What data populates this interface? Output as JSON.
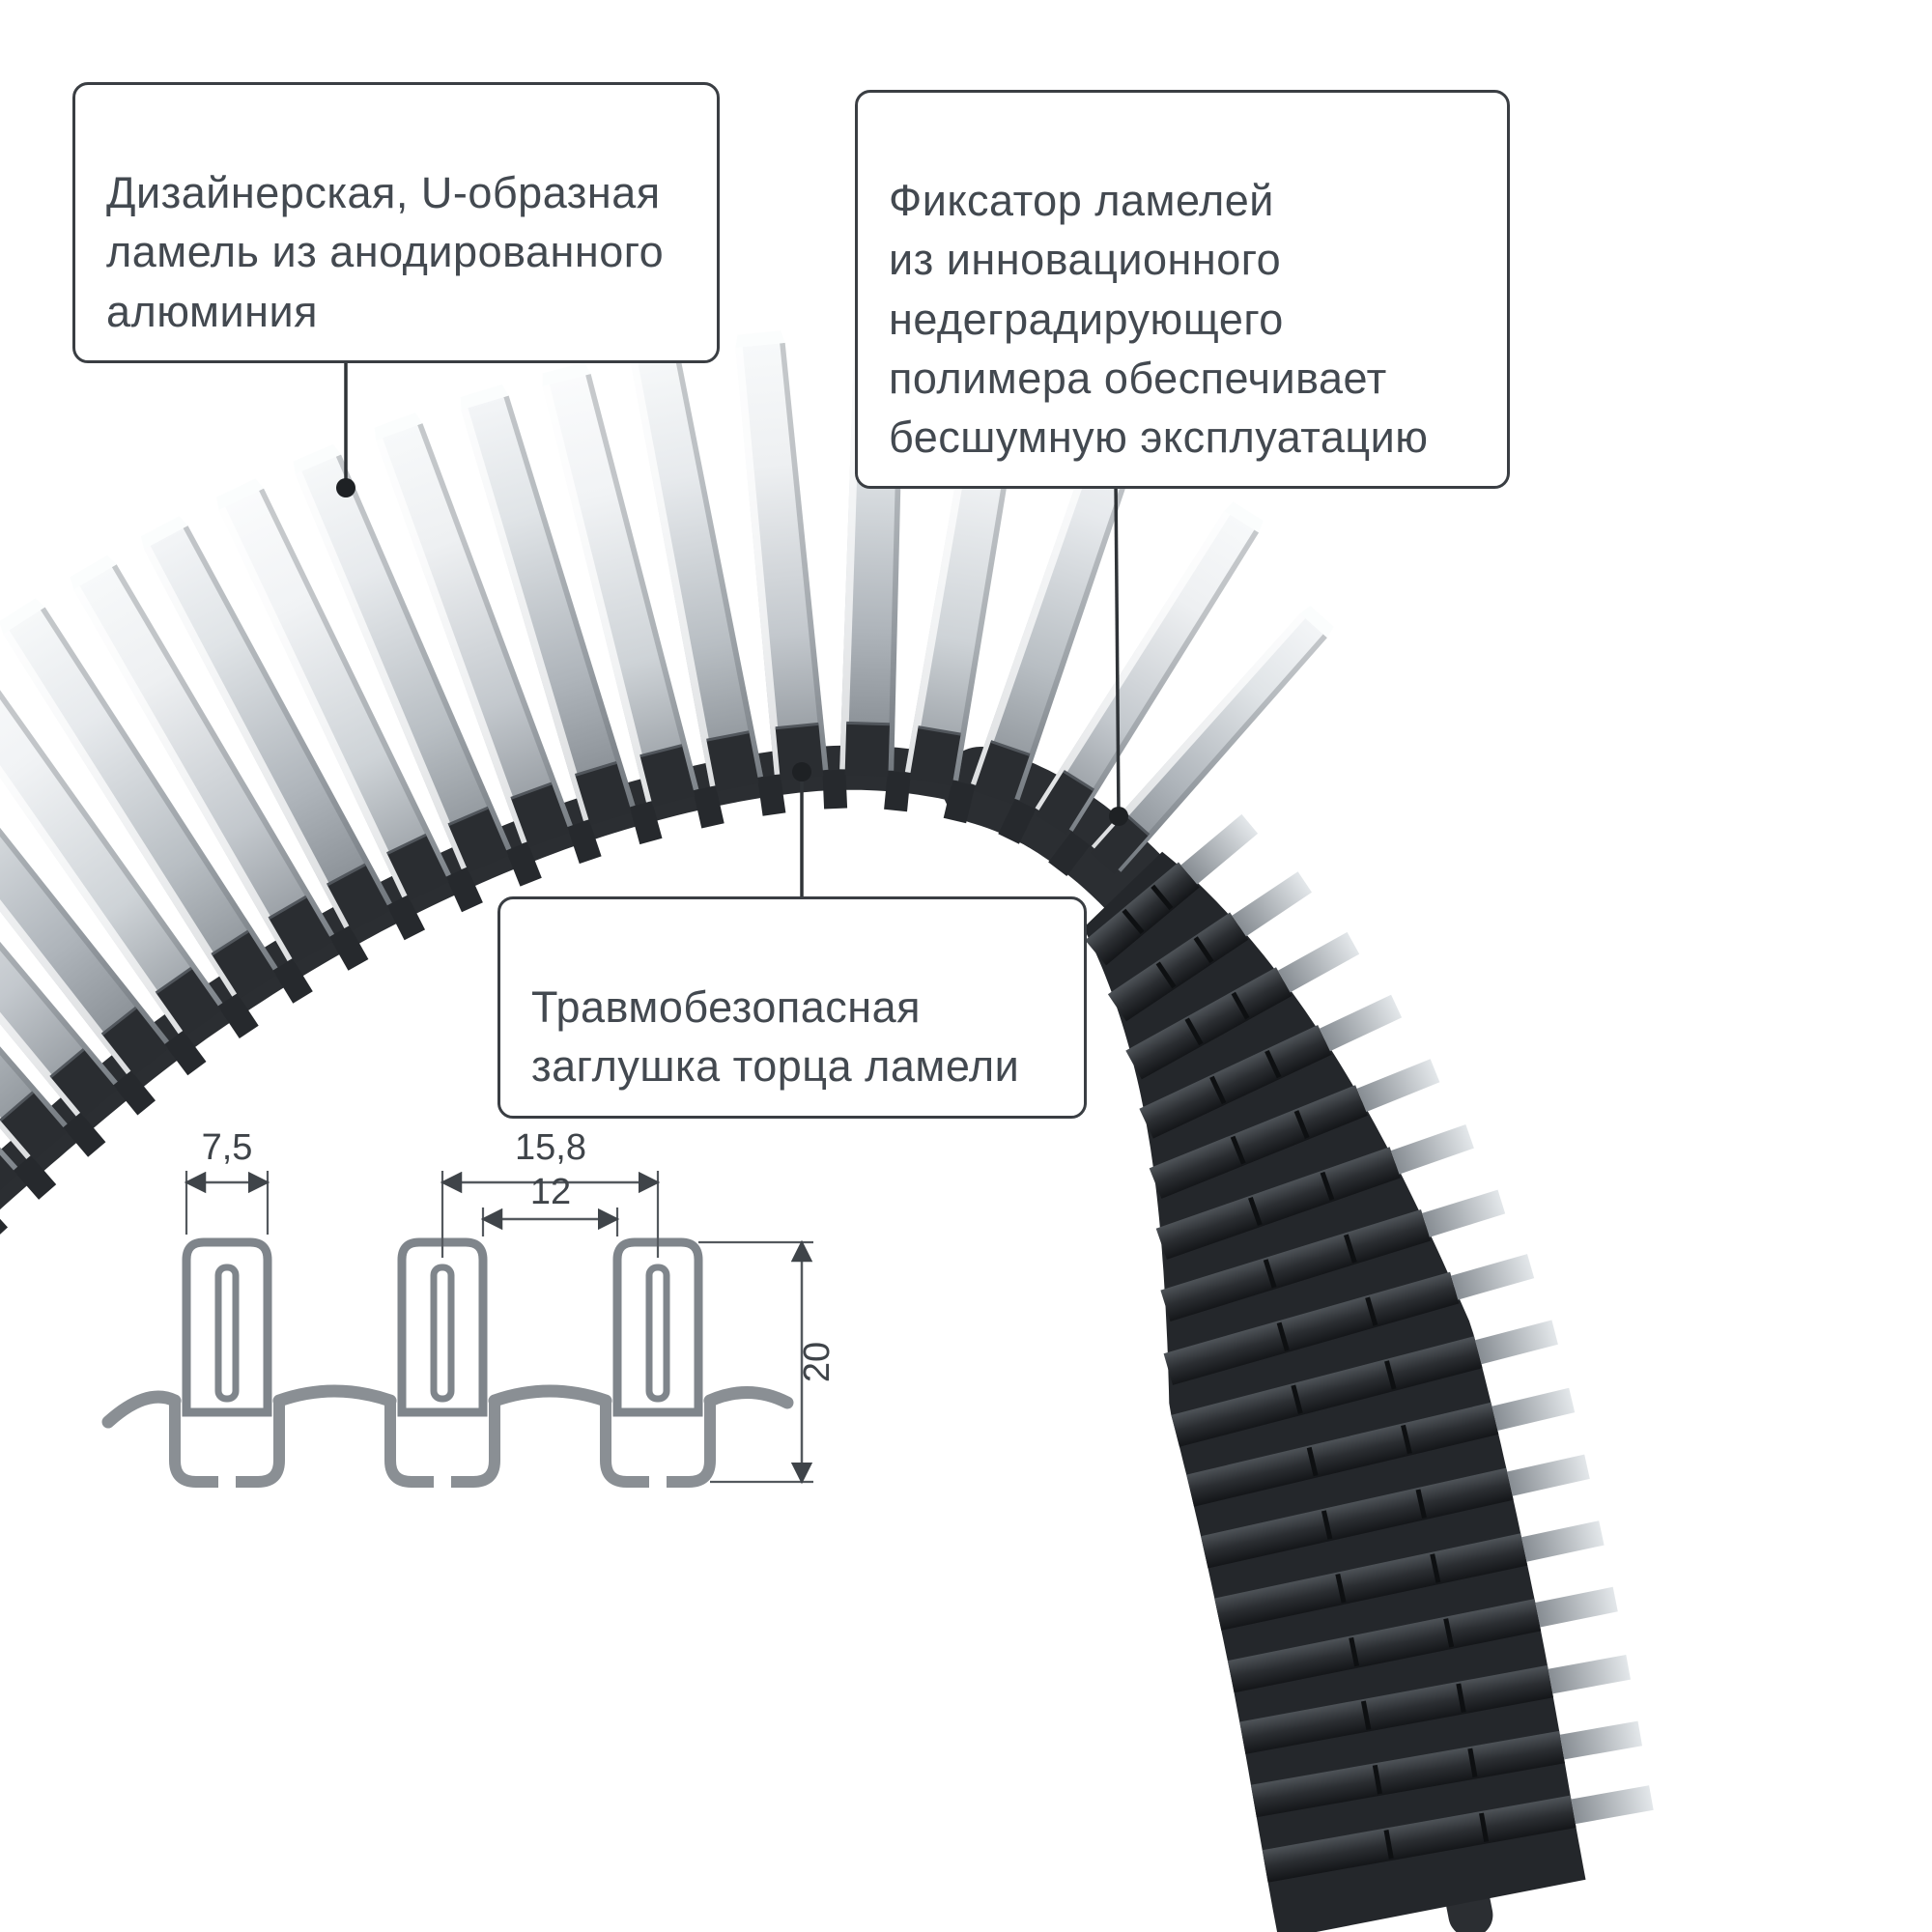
{
  "callouts": {
    "lamella": {
      "text": "Дизайнерская, U-образная\nламель из анодированного\nалюминия"
    },
    "fixator": {
      "text": "Фиксатор ламелей\nиз инновационного\nнедеградирующего\nполимера обеспечивает\nбесшумную эксплуатацию"
    },
    "endcap": {
      "text": "Травмобезопасная\nзаглушка торца ламели"
    }
  },
  "dimensions": {
    "lamella_width": "7,5",
    "pitch": "15,8",
    "gap": "12",
    "height": "20"
  },
  "colors": {
    "outline": "#3a3e43",
    "metal_light": "#f6f8f9",
    "metal_dark": "#878d93",
    "band_dark": "#24272b",
    "drawing_gray": "#8a8f94"
  }
}
